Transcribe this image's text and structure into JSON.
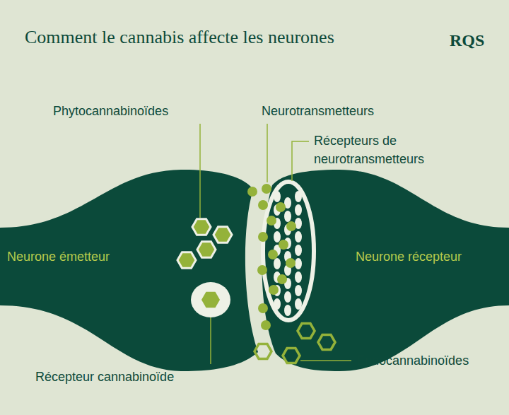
{
  "diagram": {
    "title": "Comment le cannabis affecte les neurones",
    "nodes": [
      {
        "text": [
          "Neurone émetteur"
        ]
      },
      {
        "text": [
          "Neurone récepteur"
        ]
      }
    ],
    "labels": [
      "RQS",
      "Phytocannabinoïdes",
      "Neurotransmetteurs",
      "Récepteurs de neurotransmetteurs",
      "Endocannabinoïdes",
      "Récepteur cannabinoïde"
    ]
  }
}
